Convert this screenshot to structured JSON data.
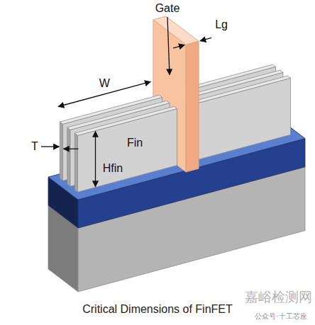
{
  "diagram": {
    "caption": "Critical Dimensions of FinFET",
    "labels": [
      "Gate",
      "W",
      "Lg",
      "T",
      "Fin",
      "Hfin",
      "嘉峪检测网",
      "公众号·十工芯座"
    ]
  }
}
